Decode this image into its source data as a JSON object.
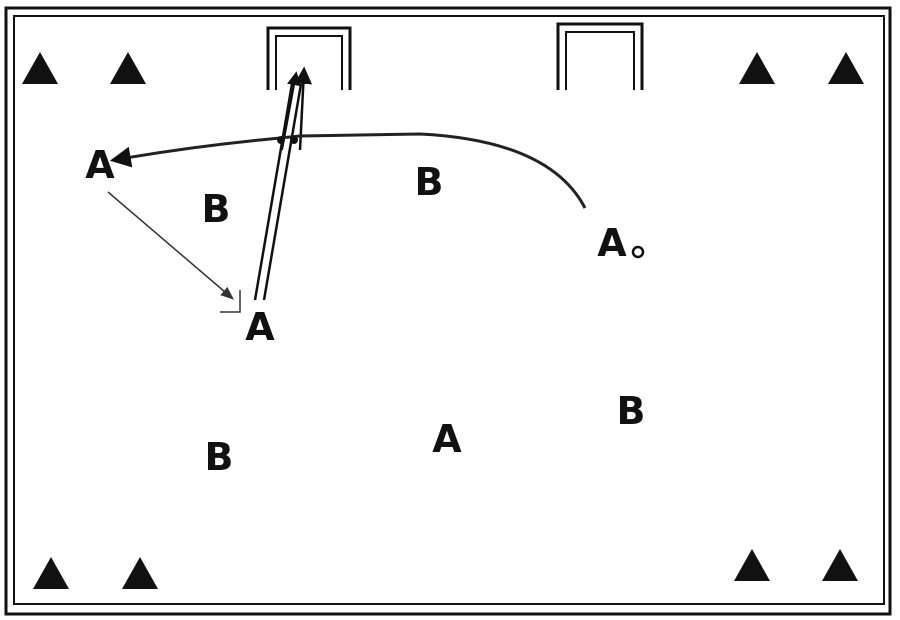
{
  "diagram": {
    "colors": {
      "ink": "#111111",
      "line": "#222222",
      "background": "#ffffff"
    },
    "players": [
      {
        "id": "a-left",
        "label": "A"
      },
      {
        "id": "a-center-left",
        "label": "A"
      },
      {
        "id": "a-right-server",
        "label": "A"
      },
      {
        "id": "a-lower-middle",
        "label": "A"
      },
      {
        "id": "b-left",
        "label": "B"
      },
      {
        "id": "b-top-middle",
        "label": "B"
      },
      {
        "id": "b-lower-left",
        "label": "B"
      },
      {
        "id": "b-lower-right",
        "label": "B"
      }
    ],
    "cones": {
      "count": 8,
      "icon": "cone-icon"
    },
    "goals": {
      "count": 2,
      "icon": "goal-icon"
    },
    "ball": {
      "icon": "ball-icon"
    }
  }
}
